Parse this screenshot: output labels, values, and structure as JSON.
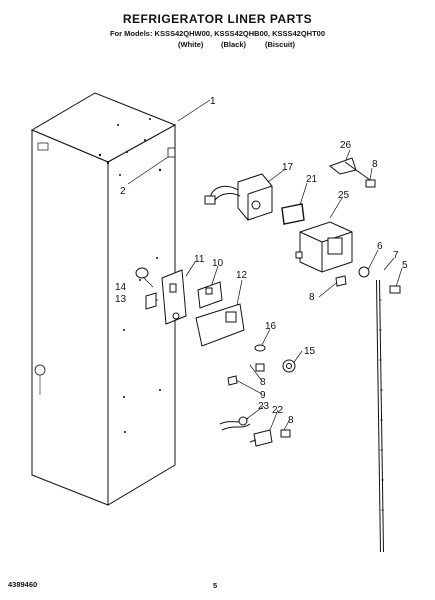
{
  "header": {
    "title": "REFRIGERATOR LINER PARTS",
    "models_line": "For Models: KSSS42QHW00, KSSS42QHB00, KSSS42QHT00",
    "variants": [
      "(White)",
      "(Black)",
      "(Biscuit)"
    ]
  },
  "callouts": [
    "1",
    "2",
    "26",
    "8",
    "17",
    "21",
    "25",
    "11",
    "10",
    "14",
    "13",
    "12",
    "6",
    "7",
    "5",
    "8",
    "16",
    "15",
    "8",
    "9",
    "23",
    "22",
    "8"
  ],
  "footer": {
    "part_number": "4389460",
    "page": "5"
  }
}
